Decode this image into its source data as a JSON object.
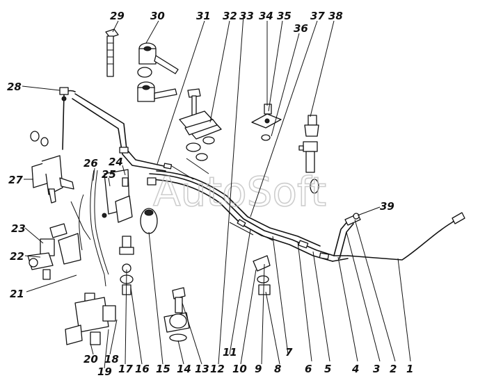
{
  "watermark": "AutoSoft",
  "callouts": [
    {
      "id": "c1",
      "text": "1"
    },
    {
      "id": "c2",
      "text": "2"
    },
    {
      "id": "c3",
      "text": "3"
    },
    {
      "id": "c4",
      "text": "4"
    },
    {
      "id": "c5",
      "text": "5"
    },
    {
      "id": "c6",
      "text": "6"
    },
    {
      "id": "c7",
      "text": "7"
    },
    {
      "id": "c8",
      "text": "8"
    },
    {
      "id": "c9",
      "text": "9"
    },
    {
      "id": "c10",
      "text": "10"
    },
    {
      "id": "c11",
      "text": "11"
    },
    {
      "id": "c12",
      "text": "12"
    },
    {
      "id": "c13",
      "text": "13"
    },
    {
      "id": "c14",
      "text": "14"
    },
    {
      "id": "c15",
      "text": "15"
    },
    {
      "id": "c16",
      "text": "16"
    },
    {
      "id": "c17",
      "text": "17"
    },
    {
      "id": "c18",
      "text": "18"
    },
    {
      "id": "c19",
      "text": "19"
    },
    {
      "id": "c20",
      "text": "20"
    },
    {
      "id": "c21",
      "text": "21"
    },
    {
      "id": "c22",
      "text": "22"
    },
    {
      "id": "c23",
      "text": "23"
    },
    {
      "id": "c24",
      "text": "24"
    },
    {
      "id": "c25",
      "text": "25"
    },
    {
      "id": "c26",
      "text": "26"
    },
    {
      "id": "c27",
      "text": "27"
    },
    {
      "id": "c28",
      "text": "28"
    },
    {
      "id": "c29",
      "text": "29"
    },
    {
      "id": "c30",
      "text": "30"
    },
    {
      "id": "c31",
      "text": "31"
    },
    {
      "id": "c32",
      "text": "32"
    },
    {
      "id": "c33",
      "text": "33"
    },
    {
      "id": "c34",
      "text": "34"
    },
    {
      "id": "c35",
      "text": "35"
    },
    {
      "id": "c36",
      "text": "36"
    },
    {
      "id": "c37",
      "text": "37"
    },
    {
      "id": "c38",
      "text": "38"
    },
    {
      "id": "c39",
      "text": "39"
    }
  ]
}
